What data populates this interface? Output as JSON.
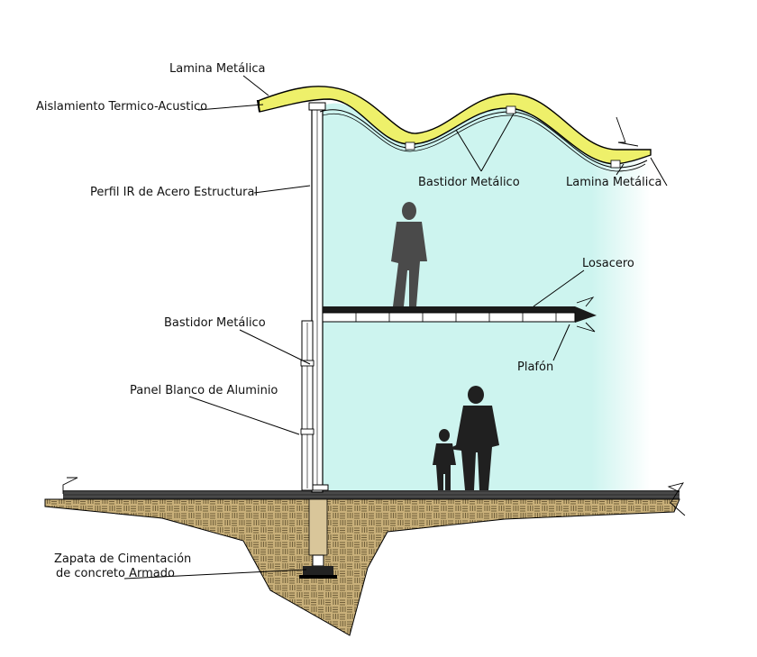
{
  "labels": {
    "roof_sheet_top": "Lamina Metálica",
    "insulation": "Aislamiento Termico-Acustico",
    "steel_profile": "Perfil IR de Acero Estructural",
    "frame_upper": "Bastidor Metálico",
    "roof_sheet_right": "Lamina Metálica",
    "deck": "Losacero",
    "frame_lower": "Bastidor Metálico",
    "aluminum_panel": "Panel Blanco de Aluminio",
    "ceiling": "Plafón",
    "footing_line1": "Zapata de Cimentación",
    "footing_line2": "de concreto Armado"
  },
  "colors": {
    "interior": "#cdf4ef",
    "insulation": "#eef06a",
    "soil": "#c9b07a",
    "soil_hatch": "#5a4a2a",
    "figure": "#4a4a4a",
    "figure_dark": "#202020",
    "ground_band": "#3a3a3a"
  }
}
